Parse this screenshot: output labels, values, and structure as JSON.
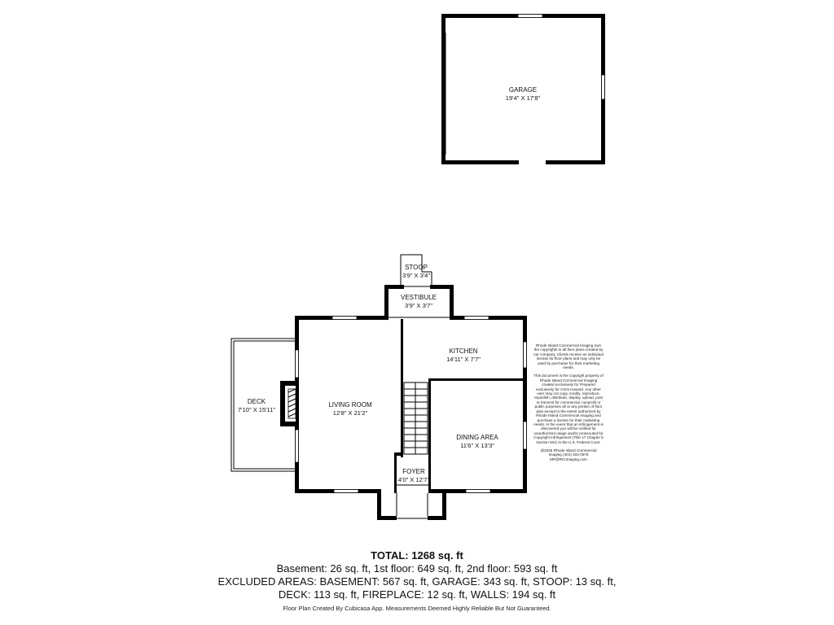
{
  "rooms": {
    "garage": {
      "name": "GARAGE",
      "dim": "19'4\" X 17'8\""
    },
    "stoop": {
      "name": "STOOP",
      "dim": "3'9\" X 3'4\""
    },
    "vestibule": {
      "name": "VESTIBULE",
      "dim": "3'9\" X 3'7\""
    },
    "kitchen": {
      "name": "KITCHEN",
      "dim": "14'11\" X 7'7\""
    },
    "living": {
      "name": "LIVING ROOM",
      "dim": "12'8\" X 21'2\""
    },
    "deck": {
      "name": "DECK",
      "dim": "7'10\" X 15'11\""
    },
    "dining": {
      "name": "DINING AREA",
      "dim": "11'6\" X 13'3\""
    },
    "foyer": {
      "name": "FOYER",
      "dim": "4'0\" X 12'7\""
    }
  },
  "copyright": {
    "p1": "Rhode Island Commercial Imaging own the copyrights to all floor plans created by our company. Clients receive an individual license for floor plans and may only be used by purchaser for their marketing needs.",
    "p2": "This document is the copyright property of Rhode Island Commercial Imaging created exclusively for Prepared exclusively for Chris Howard. Any other user may not copy, modify, reproduce, republish, distribute, display, upload, post or transmit for commercial, nonprofit or public purposes all or any portion of floor plan except to the extent authorized by Rhode Island Commercial Imaging and purchase a license for their marketing needs. In the event that an infringement is discovered you will be notified for unauthorized usage and/or prosecuted for Copyright Infringement (Title 17 Chapter 5 Section 501) in the U.S. Federal Court.",
    "p3": "@2026 Rhode Island Commercial Imaging (401) 402-0575 MP@RICImaging.com"
  },
  "summary": {
    "total": "TOTAL: 1268 sq. ft",
    "line1": "Basement: 26 sq. ft, 1st floor: 649 sq. ft, 2nd floor: 593 sq. ft",
    "line2": "EXCLUDED AREAS: BASEMENT: 567 sq. ft, GARAGE: 343 sq. ft, STOOP: 13 sq. ft,",
    "line3": "DECK: 113 sq. ft, FIREPLACE: 12 sq. ft, WALLS: 194 sq. ft"
  },
  "footer": "Floor Plan Created By Cubicasa App. Measurements Deemed Highly Reliable But Not Guaranteed."
}
